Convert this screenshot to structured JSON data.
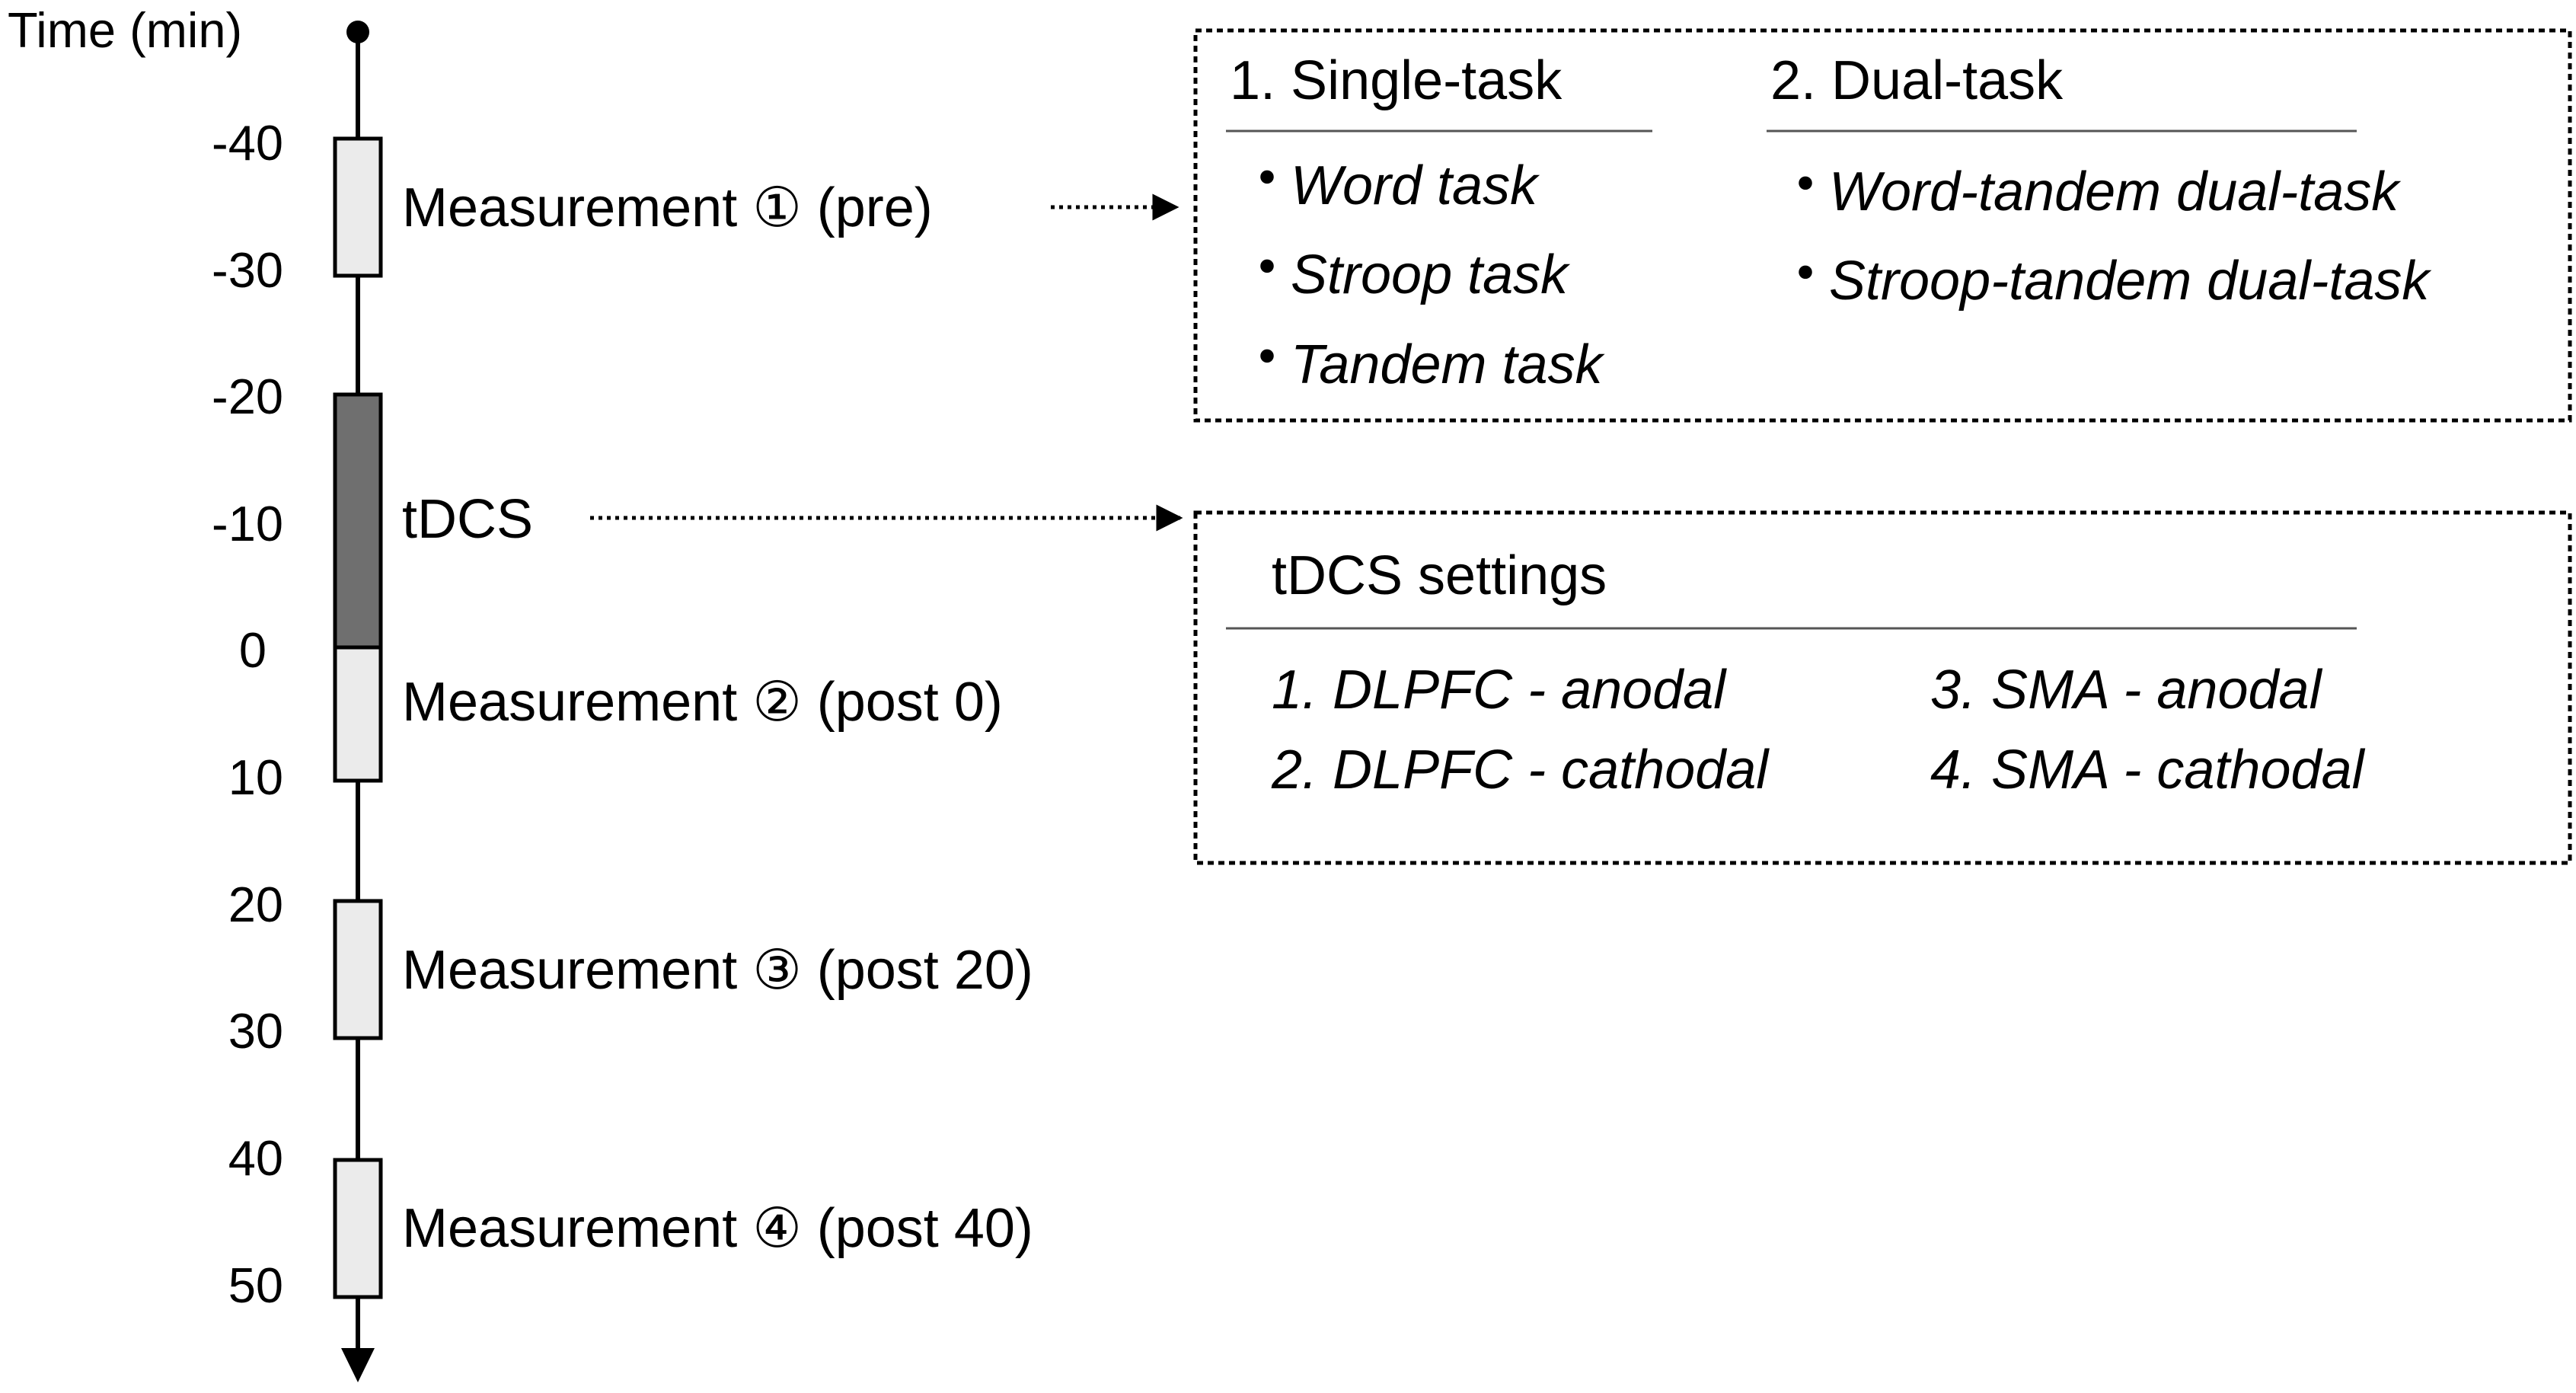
{
  "timeline": {
    "title": "Time (min)",
    "ticks": [
      "-40",
      "-30",
      "-20",
      "-10",
      "0",
      "10",
      "20",
      "30",
      "40",
      "50"
    ],
    "segments": [
      {
        "label": "Measurement ① (pre)",
        "kind": "measurement"
      },
      {
        "label": "tDCS",
        "kind": "stimulation"
      },
      {
        "label": "Measurement ② (post 0)",
        "kind": "measurement"
      },
      {
        "label": "Measurement ③ (post 20)",
        "kind": "measurement"
      },
      {
        "label": "Measurement ④ (post 40)",
        "kind": "measurement"
      }
    ],
    "colors": {
      "measurement_fill": "#ebebeb",
      "stimulation_fill": "#6f6f6f",
      "stroke": "#000000"
    }
  },
  "task_box": {
    "columns": [
      {
        "heading": "1. Single-task",
        "bullet": "・",
        "items": [
          "Word task",
          "Stroop task",
          "Tandem task"
        ]
      },
      {
        "heading": "2. Dual-task",
        "bullet": "・",
        "items": [
          "Word-tandem dual-task",
          "Stroop-tandem dual-task"
        ]
      }
    ]
  },
  "tdcs_box": {
    "heading": "tDCS settings",
    "settings": [
      "1. DLPFC - anodal",
      "2. DLPFC - cathodal",
      "3. SMA - anodal",
      "4. SMA - cathodal"
    ]
  }
}
